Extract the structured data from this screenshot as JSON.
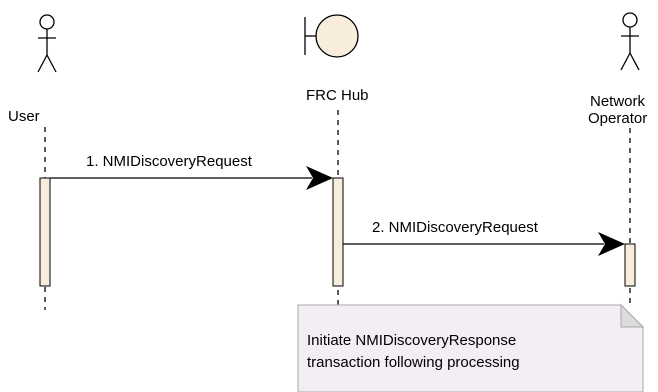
{
  "participants": {
    "user": {
      "label": "User",
      "type": "actor"
    },
    "hub": {
      "label": "FRC Hub",
      "type": "boundary"
    },
    "operator": {
      "label_line1": "Network",
      "label_line2": "Operator",
      "type": "actor"
    }
  },
  "messages": [
    {
      "label": "1. NMIDiscoveryRequest",
      "from": "User",
      "to": "FRC Hub"
    },
    {
      "label": "2. NMIDiscoveryRequest",
      "from": "FRC Hub",
      "to": "Network Operator"
    }
  ],
  "note": {
    "line1": "Initiate NMIDiscoveryResponse",
    "line2": "transaction following processing",
    "fill": "#f3eef3",
    "border": "#a8a8a8"
  },
  "colors": {
    "activation_fill": "#f8ecdc",
    "line": "#000000"
  }
}
